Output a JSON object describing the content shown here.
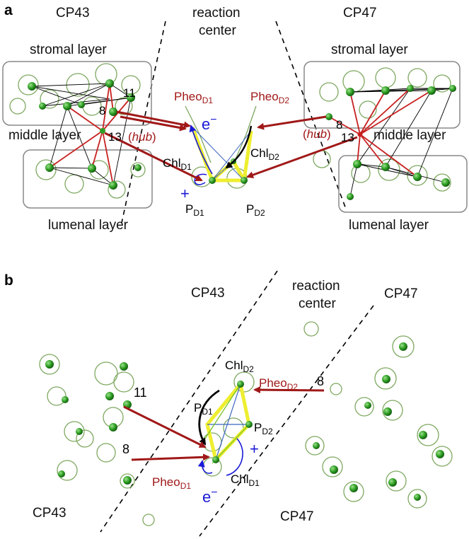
{
  "panel_a": {
    "letter": "a",
    "cp43": "CP43",
    "cp47": "CP47",
    "rc_line1": "reaction",
    "rc_line2": "center",
    "left_stromal": "stromal layer",
    "right_stromal": "stromal layer",
    "left_middle": "middle layer",
    "right_middle": "middle layer",
    "left_lumenal": "lumenal layer",
    "right_lumenal": "lumenal layer",
    "n11": "11",
    "n8_left": "8",
    "n13_left": "13",
    "hub_left": "hub",
    "n8_right": "8",
    "n13_right": "13",
    "hub_right": "hub",
    "pheo_d1": "Pheo",
    "pheo_d1_sub": "D1",
    "pheo_d2": "Pheo",
    "pheo_d2_sub": "D2",
    "chl_d1": "Chl",
    "chl_d1_sub": "D1",
    "chl_d2": "Chl",
    "chl_d2_sub": "D2",
    "p_d1": "P",
    "p_d1_sub": "D1",
    "p_d2": "P",
    "p_d2_sub": "D2",
    "electron": "e",
    "electron_sup": "−",
    "plus": "+"
  },
  "panel_b": {
    "letter": "b",
    "cp43_top": "CP43",
    "rc_line1": "reaction",
    "rc_line2": "center",
    "cp47_top": "CP47",
    "cp43_bottom": "CP43",
    "cp47_bottom": "CP47",
    "n11": "11",
    "n8_left": "8",
    "n8_right": "8",
    "chl_d2": "Chl",
    "chl_d2_sub": "D2",
    "pheo_d2": "Pheo",
    "pheo_d2_sub": "D2",
    "p_d1": "P",
    "p_d1_sub": "D1",
    "p_d2": "P",
    "p_d2_sub": "D2",
    "pheo_d1": "Pheo",
    "pheo_d1_sub": "D1",
    "chl_d1": "Chl",
    "chl_d1_sub": "D1",
    "electron": "e",
    "electron_sup": "−",
    "plus": "+"
  },
  "colors": {
    "arrow_red": "#a01818",
    "label_red": "#a01818",
    "electron_blue": "#1a1ad8",
    "node_green": "#2e9e24",
    "molecule_green": "#7ea860",
    "path_yellow": "#eeee30",
    "box_gray": "#888888"
  }
}
